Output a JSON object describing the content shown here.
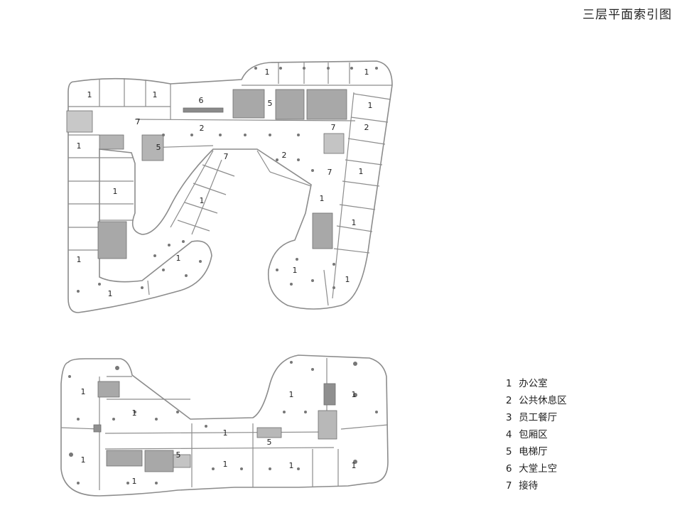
{
  "title": "三层平面索引图",
  "legend": [
    {
      "num": "1",
      "text": "办公室"
    },
    {
      "num": "2",
      "text": "公共休息区"
    },
    {
      "num": "3",
      "text": "员工餐厅"
    },
    {
      "num": "4",
      "text": "包厢区"
    },
    {
      "num": "5",
      "text": "电梯厅"
    },
    {
      "num": "6",
      "text": "大堂上空"
    },
    {
      "num": "7",
      "text": "接待"
    }
  ],
  "room_labels": [
    "1",
    "1",
    "1",
    "1",
    "1",
    "1",
    "1",
    "1",
    "1",
    "1",
    "1",
    "1",
    "1",
    "1",
    "1",
    "1",
    "1",
    "1",
    "1",
    "1",
    "1",
    "1",
    "1",
    "1",
    "1",
    "1",
    "1",
    "2",
    "2",
    "2",
    "5",
    "5",
    "5",
    "5",
    "6",
    "7",
    "7",
    "7",
    "7"
  ],
  "colors": {
    "wall": "#9a9a9a",
    "core": "#a8a8a8",
    "core_dark": "#7d7d7d",
    "text": "#222222"
  }
}
